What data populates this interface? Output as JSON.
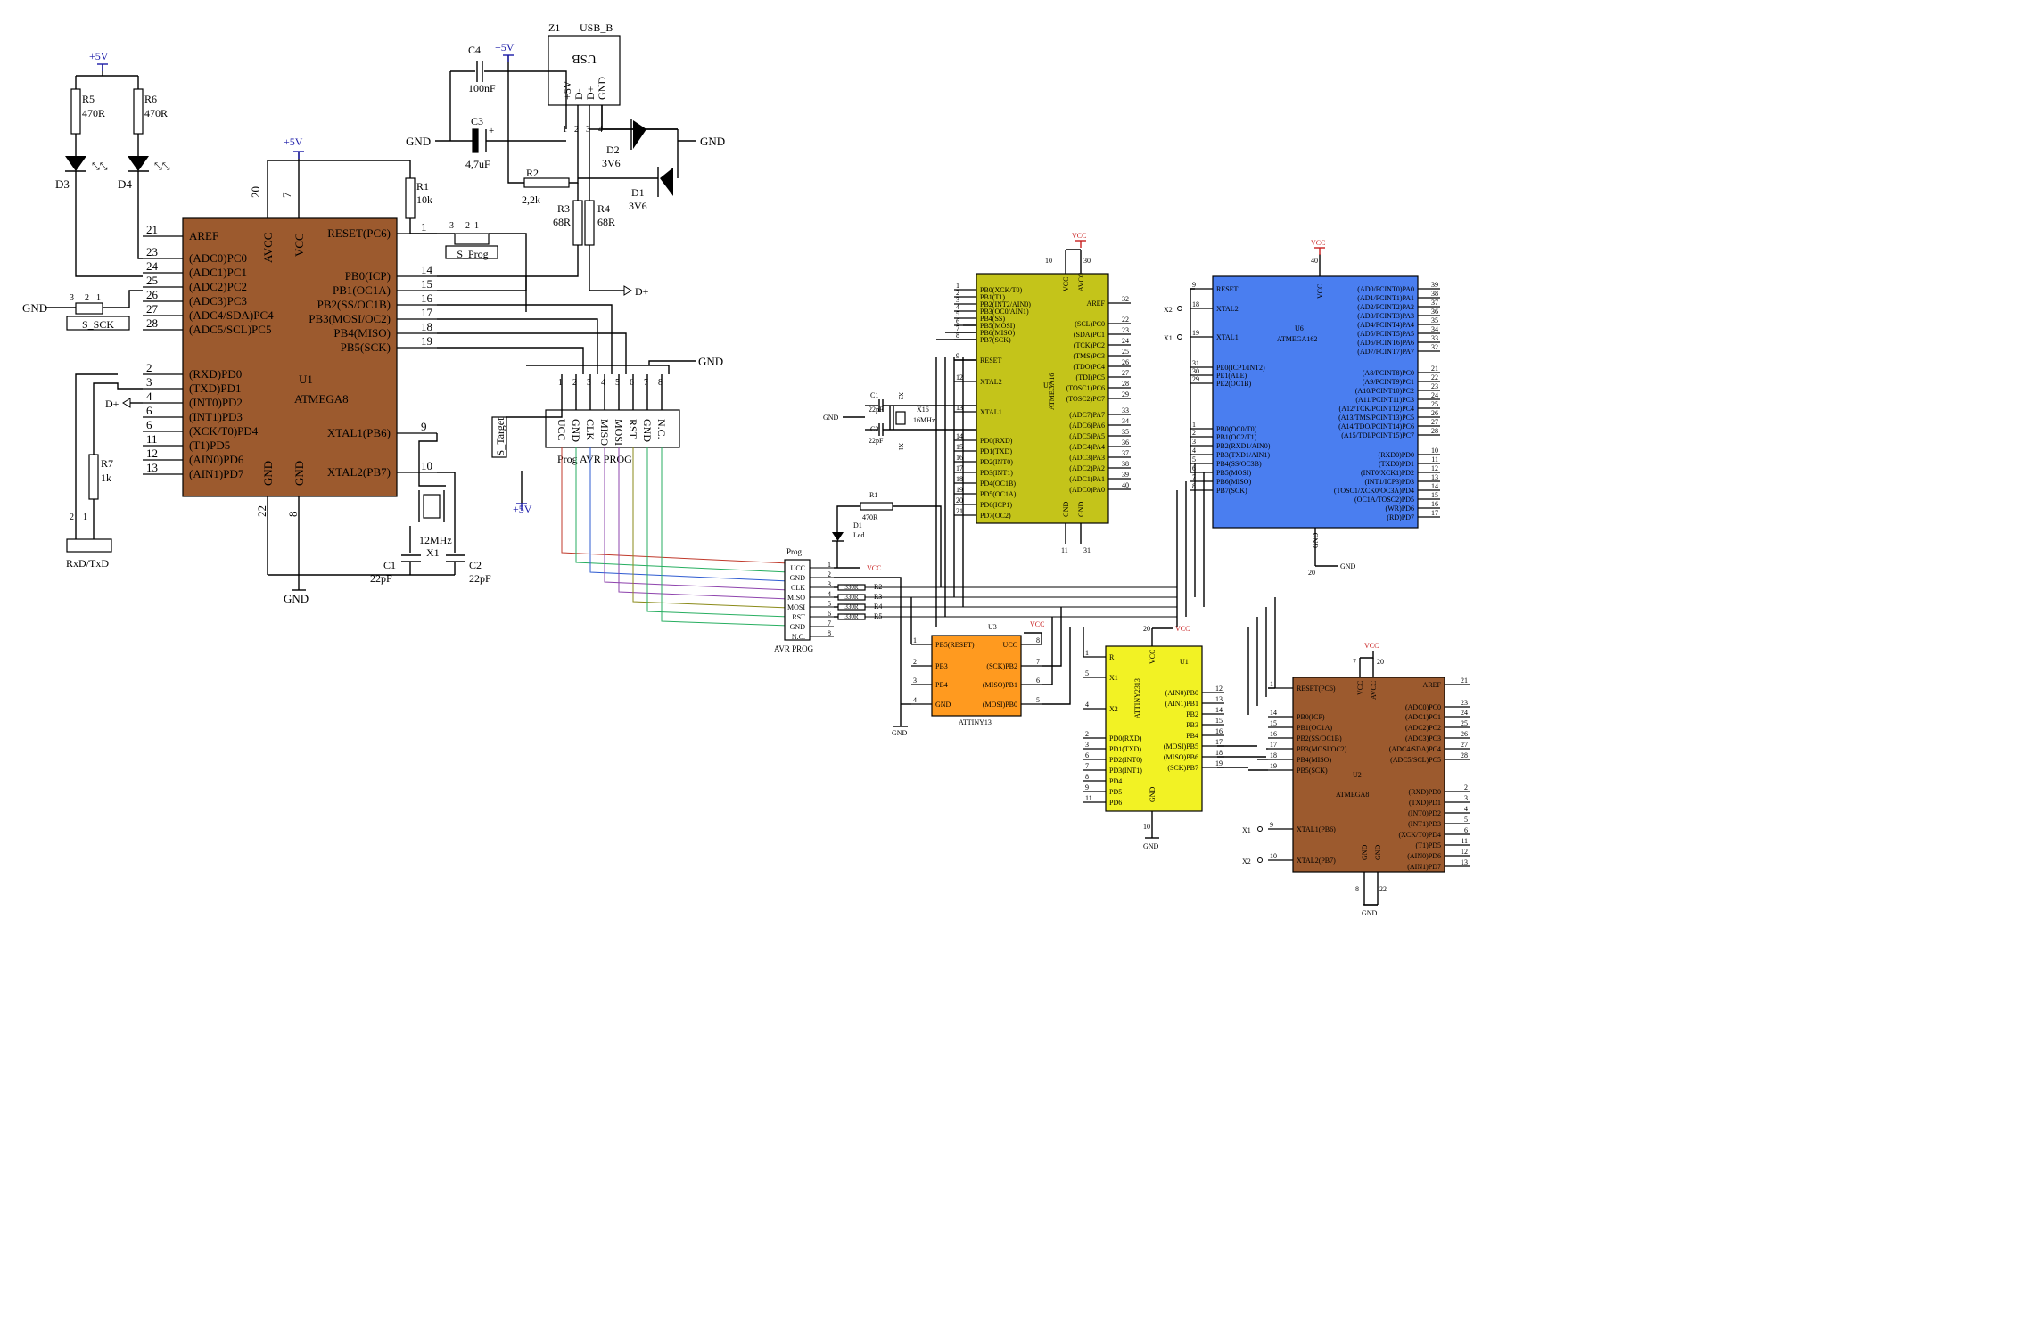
{
  "u1": {
    "ref": "U1",
    "name": "ATMEGA8",
    "left_pins": [
      {
        "num": "21",
        "label": "AREF"
      },
      {
        "num": "23",
        "label": "(ADC0)PC0"
      },
      {
        "num": "24",
        "label": "(ADC1)PC1"
      },
      {
        "num": "25",
        "label": "(ADC2)PC2"
      },
      {
        "num": "26",
        "label": "(ADC3)PC3"
      },
      {
        "num": "27",
        "label": "(ADC4/SDA)PC4"
      },
      {
        "num": "28",
        "label": "(ADC5/SCL)PC5"
      },
      {
        "num": "2",
        "label": "(RXD)PD0"
      },
      {
        "num": "3",
        "label": "(TXD)PD1"
      },
      {
        "num": "4",
        "label": "(INT0)PD2"
      },
      {
        "num": "6",
        "label": "(INT1)PD3"
      },
      {
        "num": "6",
        "label": "(XCK/T0)PD4"
      },
      {
        "num": "11",
        "label": "(T1)PD5"
      },
      {
        "num": "12",
        "label": "(AIN0)PD6"
      },
      {
        "num": "13",
        "label": "(AIN1)PD7"
      }
    ],
    "right_pins": [
      {
        "num": "1",
        "label": "RESET(PC6)"
      },
      {
        "num": "14",
        "label": "PB0(ICP)"
      },
      {
        "num": "15",
        "label": "PB1(OC1A)"
      },
      {
        "num": "16",
        "label": "PB2(SS/OC1B)"
      },
      {
        "num": "17",
        "label": "PB3(MOSI/OC2)"
      },
      {
        "num": "18",
        "label": "PB4(MISO)"
      },
      {
        "num": "19",
        "label": "PB5(SCK)"
      },
      {
        "num": "9",
        "label": "XTAL1(PB6)"
      },
      {
        "num": "10",
        "label": "XTAL2(PB7)"
      }
    ],
    "top_pins": [
      {
        "num": "20",
        "label": "AVCC"
      },
      {
        "num": "7",
        "label": "VCC"
      }
    ],
    "bottom_pins": [
      {
        "num": "22",
        "label": "GND"
      },
      {
        "num": "8",
        "label": "GND"
      }
    ]
  },
  "left_parts": {
    "r5": {
      "ref": "R5",
      "value": "470R"
    },
    "r6": {
      "ref": "R6",
      "value": "470R"
    },
    "d3": "D3",
    "d4": "D4",
    "r1": {
      "ref": "R1",
      "value": "10k"
    },
    "r7": {
      "ref": "R7",
      "value": "1k"
    },
    "rxd_txd": "RxD/TxD",
    "s_sck": "S_SCK",
    "s_prog": "S_Prog",
    "s_target": "S_Target",
    "c4": {
      "ref": "C4",
      "value": "100nF"
    },
    "c3": {
      "ref": "C3",
      "value": "4,7uF"
    },
    "r2": {
      "ref": "R2",
      "value": "2,2k"
    },
    "r3": {
      "ref": "R3",
      "value": "68R"
    },
    "r4": {
      "ref": "R4",
      "value": "68R"
    },
    "d2": {
      "ref": "D2",
      "value": "3V6"
    },
    "d1": {
      "ref": "D1",
      "value": "3V6"
    },
    "z1": "Z1",
    "usb_b": "USB_B",
    "usb_mirror": "USB",
    "usb_pins": [
      "+5V",
      "D-",
      "D+",
      "GND"
    ],
    "x1": {
      "ref": "X1",
      "value": "12MHz"
    },
    "c1": {
      "ref": "C1",
      "value": "22pF"
    },
    "c2": {
      "ref": "C2",
      "value": "22pF"
    },
    "isp_pins": [
      "UCC",
      "GND",
      "CLK",
      "MISO",
      "MOSI",
      "RST",
      "GND",
      "N.C."
    ],
    "isp_label": "Prog      AVR PROG",
    "dplus": "D+"
  },
  "nets": {
    "plus5v": "+5V",
    "gnd": "GND",
    "vcc": "VCC",
    "x1": "X1",
    "x2": "X2"
  },
  "prog_header": {
    "title": "Prog",
    "footer": "AVR PROG",
    "pins": [
      "UCC",
      "GND",
      "CLK",
      "MISO",
      "MOSI",
      "RST",
      "GND",
      "N.C."
    ],
    "resistors": [
      {
        "ref": "R2",
        "value": "330R"
      },
      {
        "ref": "R3",
        "value": "330R"
      },
      {
        "ref": "R4",
        "value": "330R"
      },
      {
        "ref": "R5",
        "value": "330R"
      }
    ],
    "r1": {
      "ref": "R1",
      "value": "470R"
    },
    "d1": {
      "ref": "D1",
      "value": "Led"
    },
    "c1": {
      "ref": "C1",
      "value": "22pF"
    },
    "c2": {
      "ref": "C2",
      "value": "22pF"
    },
    "x16": {
      "ref": "X16",
      "value": "16MHz"
    },
    "x1": "X1",
    "x2": "X2"
  },
  "u5": {
    "ref": "U5",
    "name": "ATMEGA16",
    "color": "#c4c41a",
    "left_pins": [
      {
        "num": "1",
        "label": "PB0(XCK/T0)"
      },
      {
        "num": "2",
        "label": "PB1(T1)"
      },
      {
        "num": "3",
        "label": "PB2(INT2/AIN0)"
      },
      {
        "num": "4",
        "label": "PB3(OC0/AIN1)"
      },
      {
        "num": "5",
        "label": "PB4(SS)"
      },
      {
        "num": "6",
        "label": "PB5(MOSI)"
      },
      {
        "num": "7",
        "label": "PB6(MISO)"
      },
      {
        "num": "8",
        "label": "PB7(SCK)"
      },
      {
        "num": "9",
        "label": "RESET"
      },
      {
        "num": "12",
        "label": "XTAL2"
      },
      {
        "num": "13",
        "label": "XTAL1"
      },
      {
        "num": "14",
        "label": "PD0(RXD)"
      },
      {
        "num": "15",
        "label": "PD1(TXD)"
      },
      {
        "num": "16",
        "label": "PD2(INT0)"
      },
      {
        "num": "17",
        "label": "PD3(INT1)"
      },
      {
        "num": "18",
        "label": "PD4(OC1B)"
      },
      {
        "num": "19",
        "label": "PD5(OC1A)"
      },
      {
        "num": "20",
        "label": "PD6(ICP1)"
      },
      {
        "num": "21",
        "label": "PD7(OC2)"
      }
    ],
    "right_pins": [
      {
        "num": "32",
        "label": "AREF"
      },
      {
        "num": "22",
        "label": "(SCL)PC0"
      },
      {
        "num": "23",
        "label": "(SDA)PC1"
      },
      {
        "num": "24",
        "label": "(TCK)PC2"
      },
      {
        "num": "25",
        "label": "(TMS)PC3"
      },
      {
        "num": "26",
        "label": "(TDO)PC4"
      },
      {
        "num": "27",
        "label": "(TDI)PC5"
      },
      {
        "num": "28",
        "label": "(TOSC1)PC6"
      },
      {
        "num": "29",
        "label": "(TOSC2)PC7"
      },
      {
        "num": "33",
        "label": "(ADC7)PA7"
      },
      {
        "num": "34",
        "label": "(ADC6)PA6"
      },
      {
        "num": "35",
        "label": "(ADC5)PA5"
      },
      {
        "num": "36",
        "label": "(ADC4)PA4"
      },
      {
        "num": "37",
        "label": "(ADC3)PA3"
      },
      {
        "num": "38",
        "label": "(ADC2)PA2"
      },
      {
        "num": "39",
        "label": "(ADC1)PA1"
      },
      {
        "num": "40",
        "label": "(ADC0)PA0"
      }
    ],
    "top": [
      {
        "num": "10",
        "label": "VCC"
      },
      {
        "num": "30",
        "label": "AVCC"
      }
    ],
    "bottom": [
      {
        "num": "11",
        "label": "GND"
      },
      {
        "num": "31",
        "label": "GND"
      }
    ]
  },
  "u6": {
    "ref": "U6",
    "name": "ATMEGA162",
    "color": "#4a7ef0",
    "left_pins": [
      {
        "num": "9",
        "label": "RESET"
      },
      {
        "num": "18",
        "label": "XTAL2"
      },
      {
        "num": "19",
        "label": "XTAL1"
      },
      {
        "num": "31",
        "label": "PE0(ICP1/INT2)"
      },
      {
        "num": "30",
        "label": "PE1(ALE)"
      },
      {
        "num": "29",
        "label": "PE2(OC1B)"
      },
      {
        "num": "1",
        "label": "PB0(OC0/T0)"
      },
      {
        "num": "2",
        "label": "PB1(OC2/T1)"
      },
      {
        "num": "3",
        "label": "PB2(RXD1/AIN0)"
      },
      {
        "num": "4",
        "label": "PB3(TXD1/AIN1)"
      },
      {
        "num": "5",
        "label": "PB4(SS/OC3B)"
      },
      {
        "num": "6",
        "label": "PB5(MOSI)"
      },
      {
        "num": "7",
        "label": "PB6(MISO)"
      },
      {
        "num": "8",
        "label": "PB7(SCK)"
      }
    ],
    "right_pins": [
      {
        "num": "39",
        "label": "(AD0/PCINT0)PA0"
      },
      {
        "num": "38",
        "label": "(AD1/PCINT1)PA1"
      },
      {
        "num": "37",
        "label": "(AD2/PCINT2)PA2"
      },
      {
        "num": "36",
        "label": "(AD3/PCINT3)PA3"
      },
      {
        "num": "35",
        "label": "(AD4/PCINT4)PA4"
      },
      {
        "num": "34",
        "label": "(AD5/PCINT5)PA5"
      },
      {
        "num": "33",
        "label": "(AD6/PCINT6)PA6"
      },
      {
        "num": "32",
        "label": "(AD7/PCINT7)PA7"
      },
      {
        "num": "21",
        "label": "(A8/PCINT8)PC0"
      },
      {
        "num": "22",
        "label": "(A9/PCINT9)PC1"
      },
      {
        "num": "23",
        "label": "(A10/PCINT10)PC2"
      },
      {
        "num": "24",
        "label": "(A11/PCINT11)PC3"
      },
      {
        "num": "25",
        "label": "(A12/TCK/PCINT12)PC4"
      },
      {
        "num": "26",
        "label": "(A13/TMS/PCINT13)PC5"
      },
      {
        "num": "27",
        "label": "(A14/TDO/PCINT14)PC6"
      },
      {
        "num": "28",
        "label": "(A15/TDI/PCINT15)PC7"
      },
      {
        "num": "10",
        "label": "(RXD0)PD0"
      },
      {
        "num": "11",
        "label": "(TXD0)PD1"
      },
      {
        "num": "12",
        "label": "(INT0/XCK1)PD2"
      },
      {
        "num": "13",
        "label": "(INT1/ICP3)PD3"
      },
      {
        "num": "14",
        "label": "(TOSC1/XCK0/OC3A)PD4"
      },
      {
        "num": "15",
        "label": "(OC1A/TOSC2)PD5"
      },
      {
        "num": "16",
        "label": "(WR)PD6"
      },
      {
        "num": "17",
        "label": "(RD)PD7"
      }
    ],
    "top": [
      {
        "num": "40",
        "label": "VCC"
      }
    ],
    "bottom": [
      {
        "num": "20",
        "label": "GND"
      }
    ]
  },
  "u3": {
    "ref": "U3",
    "name": "ATTINY13",
    "color": "#ff9a1f",
    "left_pins": [
      {
        "num": "1",
        "label": "PB5(RESET)"
      },
      {
        "num": "2",
        "label": "PB3"
      },
      {
        "num": "3",
        "label": "PB4"
      },
      {
        "num": "4",
        "label": "GND"
      }
    ],
    "right_pins": [
      {
        "num": "8",
        "label": "UCC"
      },
      {
        "num": "7",
        "label": "(SCK)PB2"
      },
      {
        "num": "6",
        "label": "(MISO)PB1"
      },
      {
        "num": "5",
        "label": "(MOSI)PB0"
      }
    ]
  },
  "u1b": {
    "ref": "U1",
    "name": "ATTINY2313",
    "color": "#f2f224",
    "left_pins": [
      {
        "num": "1",
        "label": "R"
      },
      {
        "num": "5",
        "label": "X1"
      },
      {
        "num": "4",
        "label": "X2"
      },
      {
        "num": "2",
        "label": "PD0(RXD)"
      },
      {
        "num": "3",
        "label": "PD1(TXD)"
      },
      {
        "num": "6",
        "label": "PD2(INT0)"
      },
      {
        "num": "7",
        "label": "PD3(INT1)"
      },
      {
        "num": "8",
        "label": "PD4"
      },
      {
        "num": "9",
        "label": "PD5"
      },
      {
        "num": "11",
        "label": "PD6"
      }
    ],
    "right_pins": [
      {
        "num": "12",
        "label": "(AIN0)PB0"
      },
      {
        "num": "13",
        "label": "(AIN1)PB1"
      },
      {
        "num": "14",
        "label": "PB2"
      },
      {
        "num": "15",
        "label": "PB3"
      },
      {
        "num": "16",
        "label": "PB4"
      },
      {
        "num": "17",
        "label": "(MOSI)PB5"
      },
      {
        "num": "18",
        "label": "(MISO)PB6"
      },
      {
        "num": "19",
        "label": "(SCK)PB7"
      }
    ],
    "top": [
      {
        "num": "20",
        "label": "VCC"
      }
    ],
    "bottom": [
      {
        "num": "10",
        "label": "GND"
      }
    ]
  },
  "u2": {
    "ref": "U2",
    "name": "ATMEGA8",
    "color": "#9c5a2e",
    "left_pins": [
      {
        "num": "1",
        "label": "RESET(PC6)"
      },
      {
        "num": "14",
        "label": "PB0(ICP)"
      },
      {
        "num": "15",
        "label": "PB1(OC1A)"
      },
      {
        "num": "16",
        "label": "PB2(SS/OC1B)"
      },
      {
        "num": "17",
        "label": "PB3(MOSI/OC2)"
      },
      {
        "num": "18",
        "label": "PB4(MISO)"
      },
      {
        "num": "19",
        "label": "PB5(SCK)"
      },
      {
        "num": "9",
        "label": "XTAL1(PB6)"
      },
      {
        "num": "10",
        "label": "XTAL2(PB7)"
      }
    ],
    "right_pins": [
      {
        "num": "21",
        "label": "AREF"
      },
      {
        "num": "23",
        "label": "(ADC0)PC0"
      },
      {
        "num": "24",
        "label": "(ADC1)PC1"
      },
      {
        "num": "25",
        "label": "(ADC2)PC2"
      },
      {
        "num": "26",
        "label": "(ADC3)PC3"
      },
      {
        "num": "27",
        "label": "(ADC4/SDA)PC4"
      },
      {
        "num": "28",
        "label": "(ADC5/SCL)PC5"
      },
      {
        "num": "2",
        "label": "(RXD)PD0"
      },
      {
        "num": "3",
        "label": "(TXD)PD1"
      },
      {
        "num": "4",
        "label": "(INT0)PD2"
      },
      {
        "num": "5",
        "label": "(INT1)PD3"
      },
      {
        "num": "6",
        "label": "(XCK/T0)PD4"
      },
      {
        "num": "11",
        "label": "(T1)PD5"
      },
      {
        "num": "12",
        "label": "(AIN0)PD6"
      },
      {
        "num": "13",
        "label": "(AIN1)PD7"
      }
    ],
    "top": [
      {
        "num": "7",
        "label": "VCC"
      },
      {
        "num": "20",
        "label": "AVCC"
      }
    ],
    "bottom": [
      {
        "num": "8",
        "label": "GND"
      },
      {
        "num": "22",
        "label": "GND"
      }
    ]
  },
  "colors": {
    "wire": "#000000",
    "net": "#1a1aa8",
    "vcc": "#c81e1e",
    "chip_brown": "#9c5a2e",
    "wire_red": "#c0392b",
    "wire_green": "#27ae60",
    "wire_blue": "#2e5bd1",
    "wire_purple": "#8e44ad",
    "wire_olive": "#8a8a18"
  }
}
